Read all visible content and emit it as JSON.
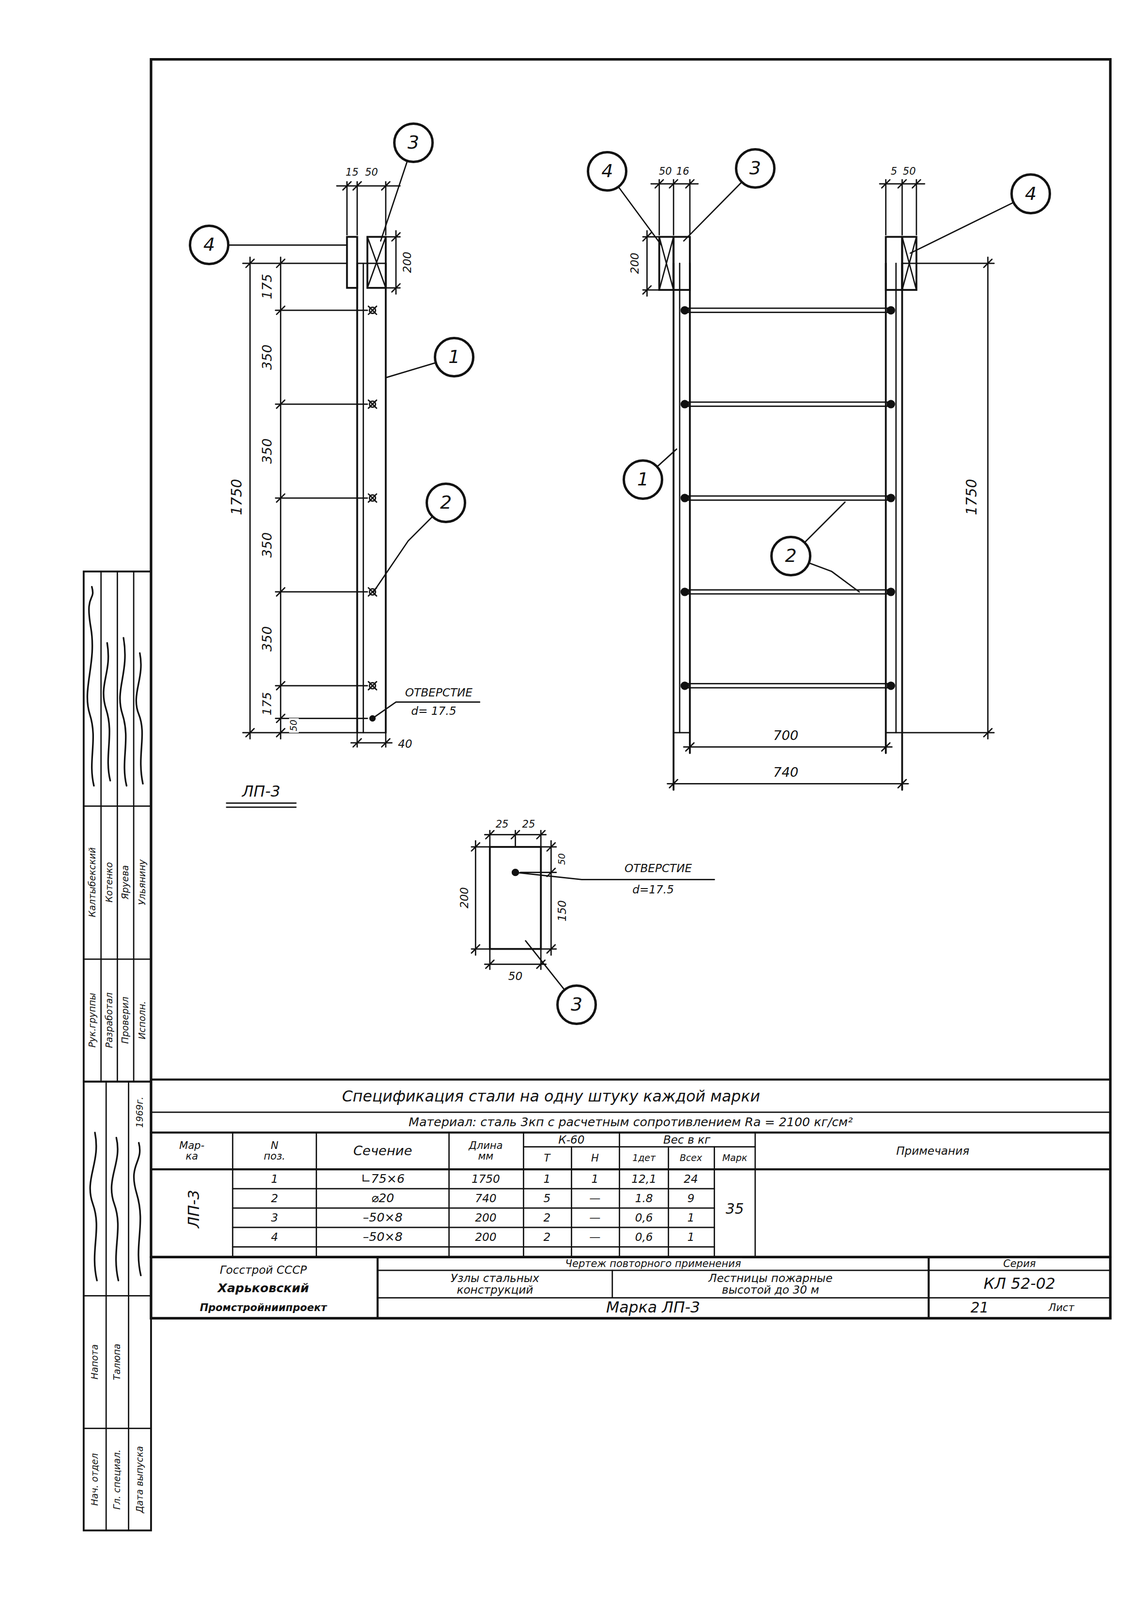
{
  "diagram": {
    "nodes": [
      {
        "text": [
          "3"
        ]
      },
      {
        "text": [
          "4"
        ]
      },
      {
        "text": [
          "1"
        ]
      },
      {
        "text": [
          "2"
        ]
      },
      {
        "text": [
          "4"
        ]
      },
      {
        "text": [
          "3"
        ]
      },
      {
        "text": [
          "4"
        ]
      },
      {
        "text": [
          "1"
        ]
      },
      {
        "text": [
          "2"
        ]
      },
      {
        "text": [
          "3"
        ]
      }
    ],
    "labels": [
      "15",
      "50",
      "200",
      "175",
      "350",
      "350",
      "350",
      "350",
      "175",
      "50",
      "1750",
      "ОТВЕРСТИЕ",
      "d= 17.5",
      "40",
      "ЛП-3",
      "50",
      "16",
      "200",
      "5",
      "50",
      "1750",
      "700",
      "740",
      "25",
      "25",
      "200",
      "50",
      "150",
      "ОТВЕРСТИЕ",
      "d=17.5",
      "50",
      "Спецификация стали на одну штуку каждой марки",
      "Материал: сталь 3кп с расчетным сопротивлением Ra = 2100 кг/см²",
      "Мар- ка",
      "N поз.",
      "Сечение",
      "Длина мм",
      "К-60",
      "Т",
      "Н",
      "Вес в кг",
      "1дет",
      "Всех",
      "Марк",
      "Примечания",
      "1",
      "∟75×6",
      "1750",
      "1",
      "1",
      "12,1",
      "24",
      "2",
      "⌀20",
      "740",
      "5",
      "—",
      "1.8",
      "9",
      "3",
      "–50×8",
      "200",
      "2",
      "—",
      "0,6",
      "1",
      "4",
      "–50×8",
      "200",
      "2",
      "—",
      "0,6",
      "1",
      "ЛП-3",
      "35",
      "Госстрой СССР",
      "Харьковский",
      "Промстройниипроект",
      "Чертеж повторного применения",
      "Узлы стальных конструкций",
      "Лестницы пожарные высотой до 30 м",
      "Марка ЛП-3",
      "Серия",
      "КЛ 52-02",
      "Лист",
      "21",
      "Рук.группы",
      "Калтыбекский",
      "Разработал",
      "Котенко",
      "Проверил",
      "Яруева",
      "Исполн.",
      "Ульянину",
      "Нач. отдел",
      "Напота",
      "Гл. специал.",
      "Талюпа",
      "Дата выпуска",
      "1969г."
    ]
  }
}
